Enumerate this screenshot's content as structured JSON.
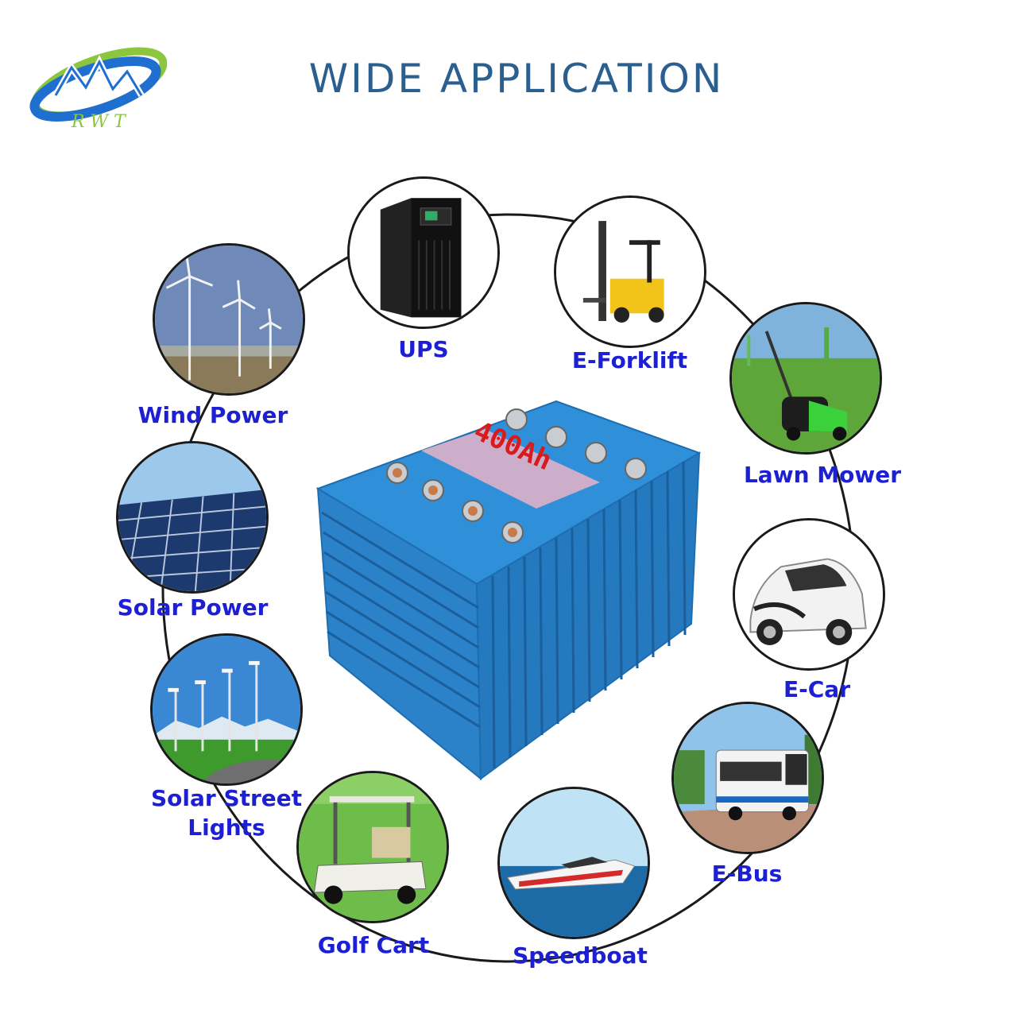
{
  "title": "WIDE APPLICATION",
  "logo": {
    "letters": "R W T",
    "colors": {
      "blue": "#1f6fd1",
      "green": "#8cc63f"
    }
  },
  "battery": {
    "capacity_label": "400Ah",
    "color": "#2a86d0"
  },
  "applications": [
    {
      "id": "ups",
      "label": "UPS",
      "icon": "ups-cabinet-icon"
    },
    {
      "id": "e-forklift",
      "label": "E-Forklift",
      "icon": "forklift-icon"
    },
    {
      "id": "lawn-mower",
      "label": "Lawn Mower",
      "icon": "lawn-mower-icon"
    },
    {
      "id": "e-car",
      "label": "E-Car",
      "icon": "car-icon"
    },
    {
      "id": "e-bus",
      "label": "E-Bus",
      "icon": "bus-icon"
    },
    {
      "id": "speedboat",
      "label": "Speedboat",
      "icon": "speedboat-icon"
    },
    {
      "id": "golf-cart",
      "label": "Golf Cart",
      "icon": "golf-cart-icon"
    },
    {
      "id": "solar-street-lights",
      "label_line1": "Solar Street",
      "label_line2": "Lights",
      "icon": "street-light-icon"
    },
    {
      "id": "solar-power",
      "label": "Solar Power",
      "icon": "solar-panel-icon"
    },
    {
      "id": "wind-power",
      "label": "Wind Power",
      "icon": "wind-turbine-icon"
    }
  ],
  "colors": {
    "label": "#1c1fd2",
    "title": "#2a5f8f",
    "outline": "#1a1a1a"
  }
}
